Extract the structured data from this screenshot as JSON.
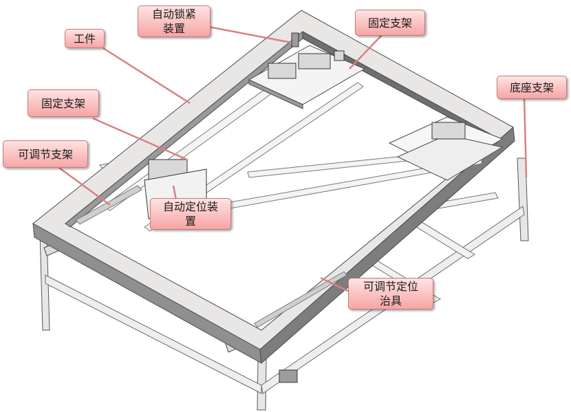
{
  "colors": {
    "callout_fill_top": "#ffe3e3",
    "callout_fill_bottom": "#f6a5a5",
    "leader_line": "#d98080",
    "frame_top": "#e9e7e5",
    "frame_side": "#8b8b8b",
    "plate": "#f4f4f4"
  },
  "callouts": {
    "auto_lock": {
      "line1": "自动锁紧",
      "line2": "装置"
    },
    "workpiece": {
      "line1": "工件"
    },
    "fixed_bracket_top": {
      "line1": "固定支架"
    },
    "fixed_bracket_left": {
      "line1": "固定支架"
    },
    "base_bracket": {
      "line1": "底座支架"
    },
    "adjustable_bracket": {
      "line1": "可调节支架"
    },
    "auto_positioning": {
      "line1": "自动定位装",
      "line2": "置"
    },
    "adjustable_fixture": {
      "line1": "可调节定位",
      "line2": "治具"
    }
  }
}
